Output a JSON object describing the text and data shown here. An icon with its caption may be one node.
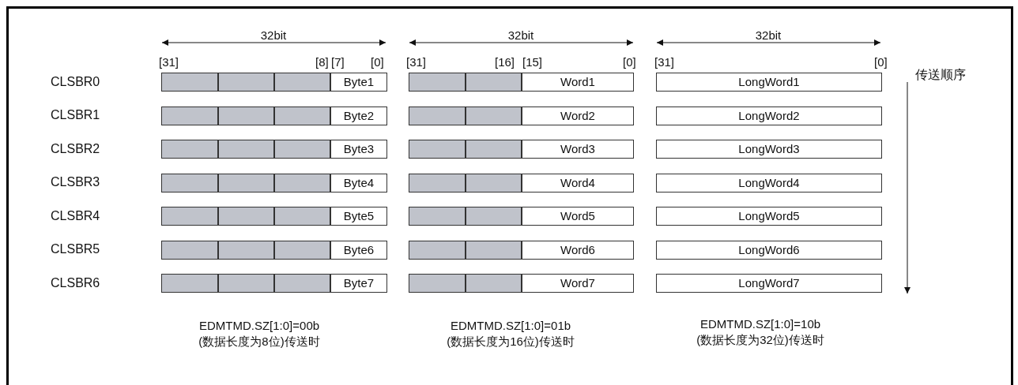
{
  "diagram": {
    "nodes": [
      {
        "text": [],
        "shape": "box"
      },
      {
        "text": [],
        "shape": "box"
      },
      {
        "text": [],
        "shape": "box"
      },
      {
        "text": [
          "Byte1"
        ]
      },
      {
        "text": [],
        "shape": "box"
      },
      {
        "text": [],
        "shape": "box"
      },
      {
        "text": [
          "Word1"
        ]
      },
      {
        "text": [
          "LongWord1"
        ]
      },
      {
        "text": [],
        "shape": "box"
      },
      {
        "text": [],
        "shape": "box"
      },
      {
        "text": [],
        "shape": "box"
      },
      {
        "text": [
          "Byte2"
        ]
      },
      {
        "text": [],
        "shape": "box"
      },
      {
        "text": [],
        "shape": "box"
      },
      {
        "text": [
          "Word2"
        ]
      },
      {
        "text": [
          "LongWord2"
        ]
      },
      {
        "text": [],
        "shape": "box"
      },
      {
        "text": [],
        "shape": "box"
      },
      {
        "text": [],
        "shape": "box"
      },
      {
        "text": [
          "Byte3"
        ]
      },
      {
        "text": [],
        "shape": "box"
      },
      {
        "text": [],
        "shape": "box"
      },
      {
        "text": [
          "Word3"
        ]
      },
      {
        "text": [
          "LongWord3"
        ]
      },
      {
        "text": [],
        "shape": "box"
      },
      {
        "text": [],
        "shape": "box"
      },
      {
        "text": [],
        "shape": "box"
      },
      {
        "text": [
          "Byte4"
        ]
      },
      {
        "text": [],
        "shape": "box"
      },
      {
        "text": [],
        "shape": "box"
      },
      {
        "text": [
          "Word4"
        ]
      },
      {
        "text": [
          "LongWord4"
        ]
      },
      {
        "text": [],
        "shape": "box"
      },
      {
        "text": [],
        "shape": "box"
      },
      {
        "text": [],
        "shape": "box"
      },
      {
        "text": [
          "Byte5"
        ]
      },
      {
        "text": [],
        "shape": "box"
      },
      {
        "text": [],
        "shape": "box"
      },
      {
        "text": [
          "Word5"
        ]
      },
      {
        "text": [
          "LongWord5"
        ]
      },
      {
        "text": [],
        "shape": "box"
      },
      {
        "text": [],
        "shape": "box"
      },
      {
        "text": [],
        "shape": "box"
      },
      {
        "text": [
          "Byte6"
        ]
      },
      {
        "text": [],
        "shape": "box"
      },
      {
        "text": [],
        "shape": "box"
      },
      {
        "text": [
          "Word6"
        ]
      },
      {
        "text": [
          "LongWord6"
        ]
      },
      {
        "text": [],
        "shape": "box"
      },
      {
        "text": [],
        "shape": "box"
      },
      {
        "text": [],
        "shape": "box"
      },
      {
        "text": [
          "Byte7"
        ]
      },
      {
        "text": [],
        "shape": "box"
      },
      {
        "text": [],
        "shape": "box"
      },
      {
        "text": [
          "Word7"
        ]
      },
      {
        "text": [
          "LongWord7"
        ]
      }
    ],
    "labels": [
      "32bit",
      "32bit",
      "32bit",
      "[31]",
      "[8]",
      "[7]",
      "[0]",
      "[31]",
      "[16]",
      "[15]",
      "[0]",
      "[31]",
      "[0]",
      "传送顺序",
      "CLSBR0",
      "CLSBR1",
      "CLSBR2",
      "CLSBR3",
      "CLSBR4",
      "CLSBR5",
      "CLSBR6",
      "EDMTMD.SZ[1:0]=00b",
      "EDMTMD.SZ[1:0]=01b",
      "EDMTMD.SZ[1:0]=10b",
      "(数据长度为8位)传送时",
      "(数据长度为16位)传送时",
      "(数据长度为32位)传送时"
    ]
  }
}
